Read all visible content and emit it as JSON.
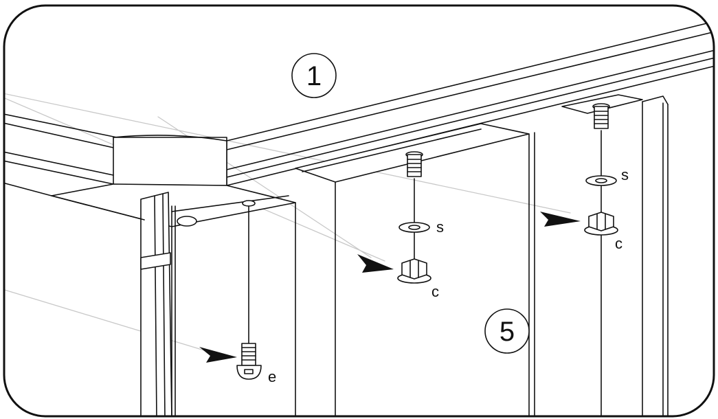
{
  "step_labels": {
    "step_1": "1",
    "step_5": "5"
  },
  "part_labels": {
    "washer_middle": "s",
    "nut_middle": "c",
    "washer_right": "s",
    "nut_right": "c",
    "bolt_left": "e"
  },
  "colors": {
    "line": "#111111",
    "guide": "#c8c8c8",
    "fill": "#ffffff"
  },
  "icons": [
    "arrow-pointer",
    "hex-flange-nut",
    "flat-washer",
    "button-head-bolt",
    "threaded-stud"
  ]
}
